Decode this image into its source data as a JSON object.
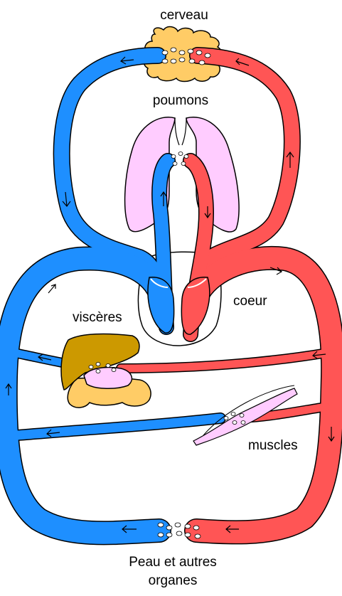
{
  "labels": {
    "brain": "cerveau",
    "lungs": "poumons",
    "heart": "coeur",
    "viscera": "viscères",
    "muscles": "muscles",
    "skin_line1": "Peau et autres",
    "skin_line2": "organes"
  },
  "colors": {
    "deoxygenated_blood": "#1e8fff",
    "oxygenated_blood": "#ff5555",
    "lungs": "#ffccff",
    "brain": "#ffcc66",
    "liver": "#cc9900",
    "intestine": "#ffcc66",
    "muscle": "#ffccff",
    "outline": "#000000"
  }
}
